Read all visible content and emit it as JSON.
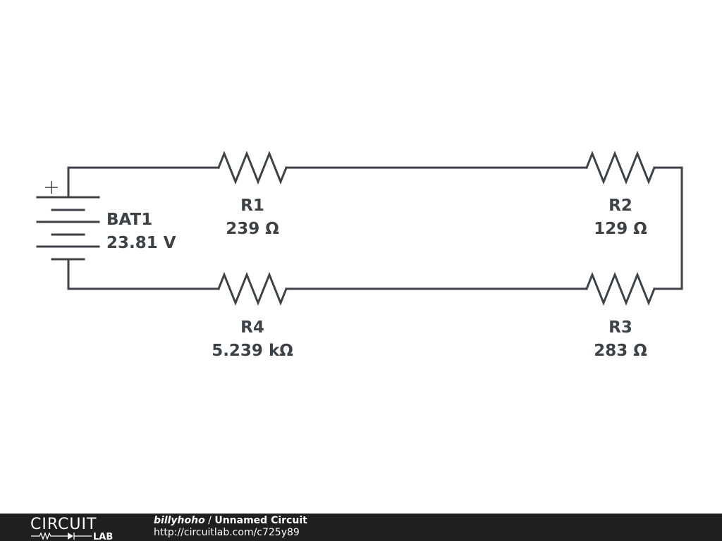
{
  "schematic": {
    "battery": {
      "name": "BAT1",
      "value": "23.81 V",
      "polarity": "+"
    },
    "resistors": [
      {
        "id": "r1",
        "name": "R1",
        "value": "239 Ω"
      },
      {
        "id": "r2",
        "name": "R2",
        "value": "129 Ω"
      },
      {
        "id": "r3",
        "name": "R3",
        "value": "283 Ω"
      },
      {
        "id": "r4",
        "name": "R4",
        "value": "5.239 kΩ"
      }
    ],
    "stroke_color": "#3d4247"
  },
  "footer": {
    "logo_top": "CIRCUIT",
    "logo_bottom": "LAB",
    "author": "billyhoho",
    "separator": " / ",
    "circuit_title": "Unnamed Circuit",
    "url": "http://circuitlab.com/c725y89",
    "background": "#1f1f1f"
  }
}
